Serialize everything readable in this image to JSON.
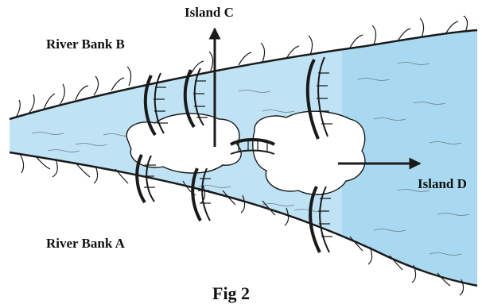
{
  "figure": {
    "caption": "Fig 2",
    "labels": {
      "island_c": "Island C",
      "island_d": "Island D",
      "river_bank_a": "River Bank A",
      "river_bank_b": "River Bank B"
    },
    "bridges": [
      {
        "from": "River Bank B",
        "to": "Island C"
      },
      {
        "from": "River Bank B",
        "to": "Island C"
      },
      {
        "from": "River Bank B",
        "to": "Island D"
      },
      {
        "from": "River Bank A",
        "to": "Island C"
      },
      {
        "from": "River Bank A",
        "to": "Island C"
      },
      {
        "from": "River Bank A",
        "to": "Island D"
      },
      {
        "from": "Island C",
        "to": "Island D"
      }
    ],
    "colors": {
      "water": "#bfe3f5",
      "water_deep": "#9fd3ee",
      "ink": "#1a1a1a",
      "land": "#ffffff"
    }
  }
}
